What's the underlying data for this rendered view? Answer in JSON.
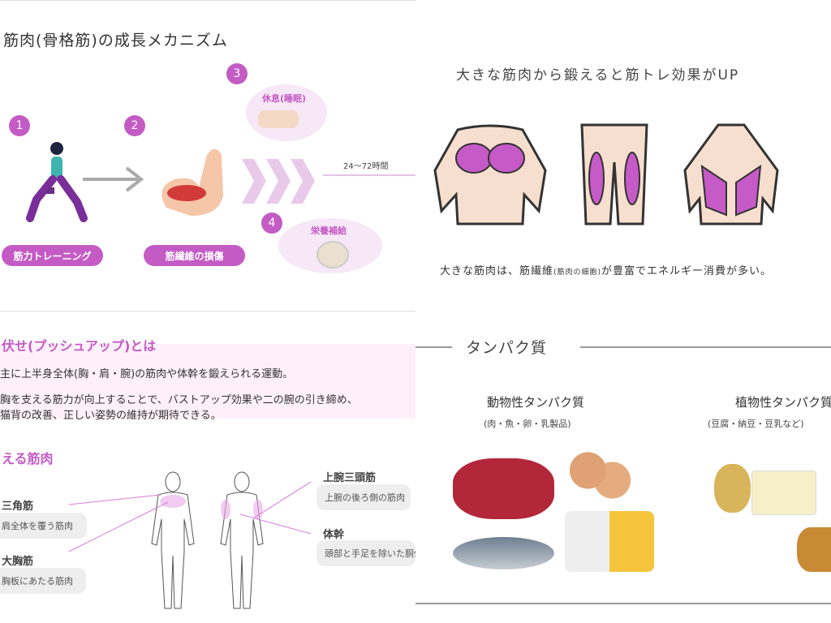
{
  "mechanism": {
    "title": "筋肉(骨格筋)の成長メカニズム",
    "steps": [
      {
        "num": "1",
        "label": "筋力トレーニング"
      },
      {
        "num": "2",
        "label": "筋繊維の損傷"
      },
      {
        "num": "3",
        "label": "休息(睡眠)"
      },
      {
        "num": "4",
        "label": "栄養補給"
      }
    ],
    "duration": "24〜72時間"
  },
  "pushup": {
    "title": "伏せ(プッシュアップ)とは",
    "line1": "主に上半身全体(胸・肩・腕)の筋肉や体幹を鍛えられる運動。",
    "line2": "胸を支える筋力が向上することで、バストアップ効果や二の腕の引き締め、",
    "line3": "猫背の改善、正しい姿勢の維持が期待できる。",
    "muscles_title": "える筋肉",
    "muscles": [
      {
        "name": "三角筋",
        "desc": "肩全体を覆う筋肉"
      },
      {
        "name": "大胸筋",
        "desc": "胸板にあたる筋肉"
      },
      {
        "name": "上腕三頭筋",
        "desc": "上腕の後ろ側の筋肉"
      },
      {
        "name": "体幹",
        "desc": "頭部と手足を除いた胴体"
      }
    ]
  },
  "big_muscle": {
    "title": "大きな筋肉から鍛えると筋トレ効果がUP",
    "caption_a": "大きな筋肉は、筋繊維",
    "caption_small": "(筋肉の細胞)",
    "caption_b": "が豊富でエネルギー消費が多い。"
  },
  "protein": {
    "title": "タンパク質",
    "animal": {
      "title": "動物性タンパク質",
      "sub": "(肉・魚・卵・乳製品)"
    },
    "plant": {
      "title": "植物性タンパク質",
      "sub": "(豆腐・納豆・豆乳など)"
    }
  },
  "colors": {
    "accent": "#c45bc4",
    "bubble": "#f6e8f6",
    "panel": "#fdf0fb"
  }
}
